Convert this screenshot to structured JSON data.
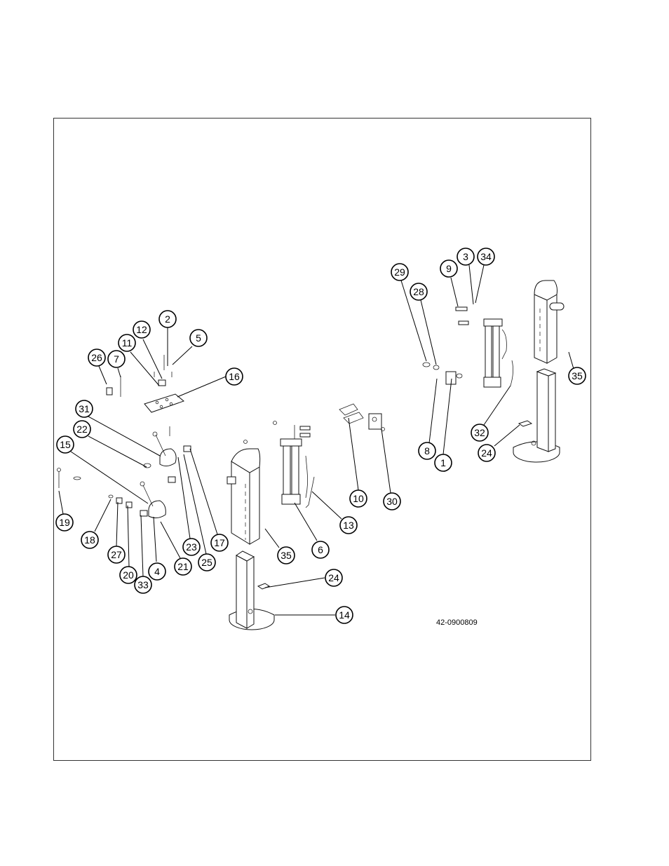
{
  "drawing_number": "42-0900809",
  "callouts": [
    "1",
    "2",
    "3",
    "4",
    "5",
    "6",
    "7",
    "8",
    "9",
    "10",
    "11",
    "12",
    "13",
    "14",
    "15",
    "16",
    "17",
    "18",
    "19",
    "20",
    "21",
    "22",
    "23",
    "24",
    "24",
    "25",
    "26",
    "27",
    "28",
    "29",
    "30",
    "31",
    "32",
    "33",
    "34",
    "35",
    "35"
  ],
  "callout_labels": {
    "c1": "1",
    "c2": "2",
    "c3": "3",
    "c4": "4",
    "c5": "5",
    "c6": "6",
    "c7": "7",
    "c8": "8",
    "c9": "9",
    "c10": "10",
    "c11": "11",
    "c12": "12",
    "c13": "13",
    "c14": "14",
    "c15": "15",
    "c16": "16",
    "c17": "17",
    "c18": "18",
    "c19": "19",
    "c20": "20",
    "c21": "21",
    "c22": "22",
    "c23": "23",
    "c24a": "24",
    "c24b": "24",
    "c25": "25",
    "c26": "26",
    "c27": "27",
    "c28": "28",
    "c29": "29",
    "c30": "30",
    "c31": "31",
    "c32": "32",
    "c33": "33",
    "c34": "34",
    "c35a": "35",
    "c35b": "35"
  }
}
